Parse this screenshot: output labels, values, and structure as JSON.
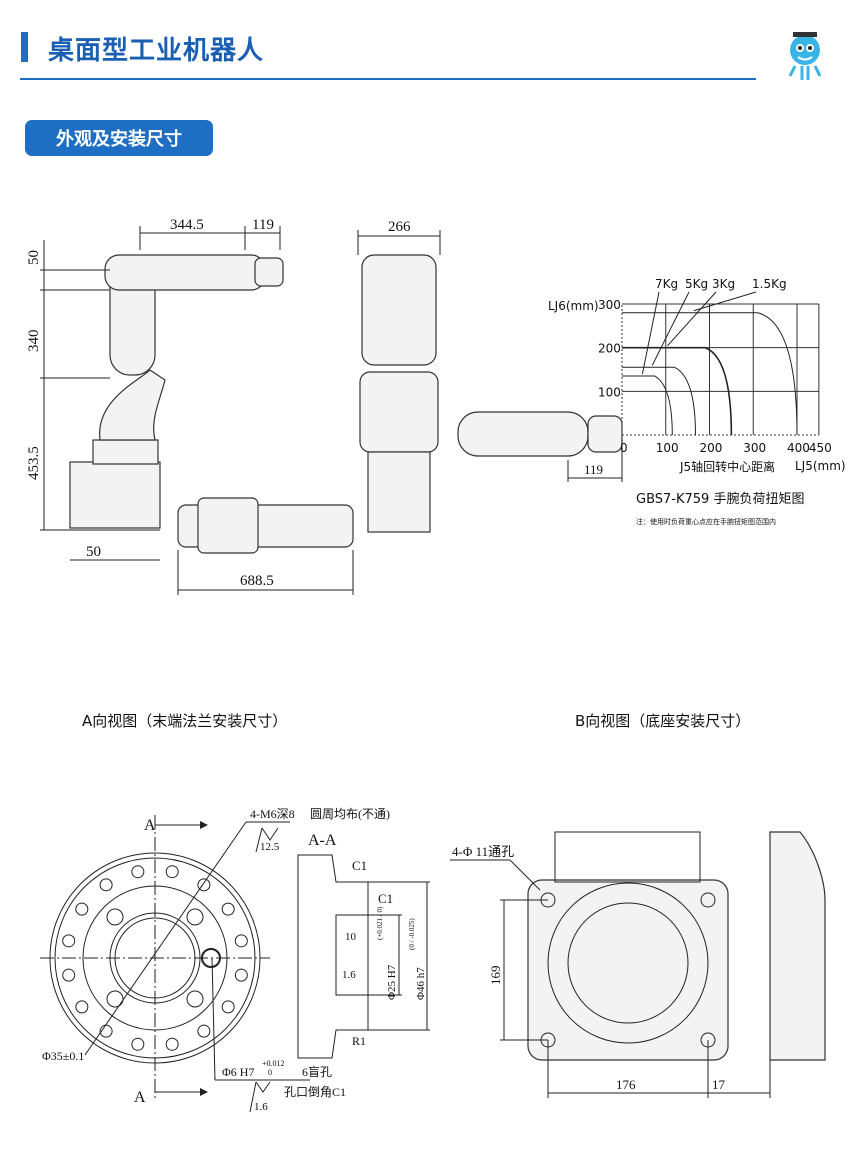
{
  "header": {
    "title": "桌面型工业机器人",
    "mascot": "robot-mascot-icon"
  },
  "section": {
    "label": "外观及安装尺寸"
  },
  "dims": {
    "d344": "344.5",
    "d119a": "119",
    "d266": "266",
    "d50a": "50",
    "d340": "340",
    "d453": "453.5",
    "d50b": "50",
    "d688": "688.5",
    "d119b": "119"
  },
  "chart_data": {
    "type": "line",
    "title": "GBS7-K759 手腕负荷扭矩图",
    "note": "注：使用时负荷重心点应在手腕扭矩图范围内",
    "xlabel": "J5轴回转中心距离",
    "xunit": "LJ5(mm)",
    "ylabel": "LJ6(mm)",
    "xlim": [
      0,
      450
    ],
    "ylim": [
      0,
      300
    ],
    "xticks": [
      "0",
      "100",
      "200",
      "300",
      "400",
      "450"
    ],
    "yticks": [
      "100",
      "200",
      "300"
    ],
    "grid": true,
    "series": [
      {
        "name": "7Kg",
        "flat_y": 135,
        "flat_to_x": 75,
        "end_x": 115
      },
      {
        "name": "5Kg",
        "flat_y": 155,
        "flat_to_x": 120,
        "end_x": 168
      },
      {
        "name": "3Kg",
        "flat_y": 200,
        "flat_to_x": 190,
        "end_x": 250
      },
      {
        "name": "1.5Kg",
        "flat_y": 280,
        "flat_to_x": 310,
        "end_x": 400
      }
    ]
  },
  "viewA": {
    "caption": "A向视图（末端法兰安装尺寸）",
    "section_label": "A",
    "aa": "A-A",
    "thread": "4-M6深8",
    "thread_note": "圆周均布(不通)",
    "rough1": "12.5",
    "d35": "Φ35±0.1",
    "d6": "Φ6 H7",
    "d6tol_u": "+0.012",
    "d6tol_l": "0",
    "blind": "6盲孔",
    "chamfer": "孔口倒角C1",
    "rough2": "1.6",
    "rough3": "1.6",
    "d10": "10",
    "d25": "Φ25 H7",
    "d25tol": "(+0.021 / 0)",
    "d46": "Φ46 h7",
    "d46tol": "(0 / -0.025)",
    "c1": "C1",
    "c1b": "C1",
    "r1": "R1"
  },
  "viewB": {
    "caption": "B向视图（底座安装尺寸）",
    "holes": "4-Φ 11通孔",
    "d169": "169",
    "d176": "176",
    "d17": "17"
  }
}
